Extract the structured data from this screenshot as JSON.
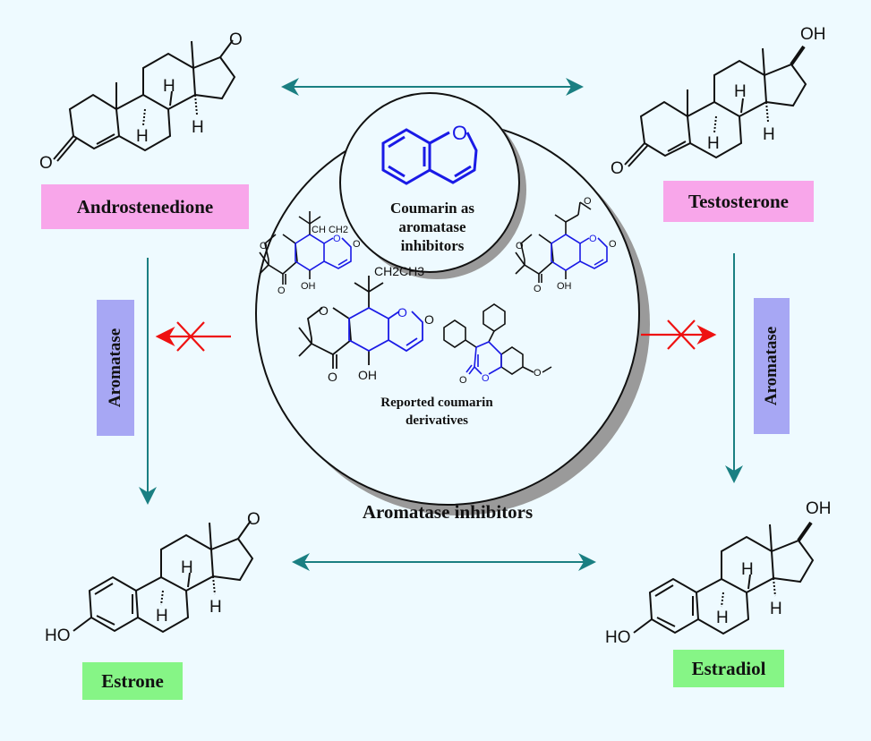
{
  "compounds": {
    "androstenedione": "Androstenedione",
    "testosterone": "Testosterone",
    "estrone": "Estrone",
    "estradiol": "Estradiol"
  },
  "enzyme": {
    "left": "Aromatase",
    "right": "Aromatase"
  },
  "circle": {
    "coumarin_caption": "Coumarin as\naromatase\ninhibitors",
    "reported_caption": "Reported coumarin\nderivatives",
    "bottom_title": "Aromatase inhibitors"
  },
  "atoms": {
    "O": "O",
    "OH": "OH",
    "HO": "HO",
    "H": "H",
    "CH2CH3": "CH2CH3",
    "CH_CH2": "CH CH2"
  },
  "colors": {
    "background": "#eefaff",
    "arrow_teal": "#1a7f82",
    "inhibit_red": "#ee1111",
    "coumarin_blue": "#1a1ae6",
    "label_pink": "#f8a6ea",
    "label_green": "#86f586",
    "label_purple": "#a7a7f4"
  }
}
